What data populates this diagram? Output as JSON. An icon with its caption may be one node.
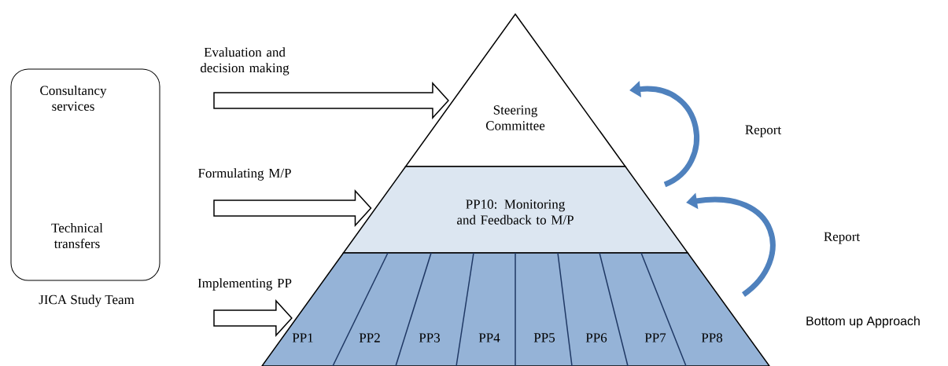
{
  "diagram": {
    "nodes": [
      {
        "text": [
          "Consultancy services",
          "Technical transfers"
        ],
        "beside": [
          "JICA Study Team"
        ]
      },
      {
        "text": [
          "Steering Committee"
        ]
      },
      {
        "text": [
          "PP10: Monitoring and Feedback to M/P"
        ]
      },
      {
        "text": [],
        "shape": "band"
      },
      {
        "text": [
          "PP1"
        ],
        "in": 3
      },
      {
        "text": [
          "PP2"
        ],
        "in": 3
      },
      {
        "text": [
          "PP3"
        ],
        "in": 3
      },
      {
        "text": [
          "PP4"
        ],
        "in": 3
      },
      {
        "text": [
          "PP5"
        ],
        "in": 3
      },
      {
        "text": [
          "PP6"
        ],
        "in": 3
      },
      {
        "text": [
          "PP7"
        ],
        "in": 3
      },
      {
        "text": [
          "PP8"
        ],
        "in": 3
      }
    ],
    "edges": [
      {
        "from": null,
        "to": 1,
        "arrow": "to",
        "label": "Evaluation and decision making"
      },
      {
        "from": null,
        "to": 2,
        "arrow": "to",
        "label": "Formulating M/P"
      },
      {
        "from": null,
        "to": 3,
        "arrow": "to",
        "label": "Implementing PP"
      },
      {
        "from": 3,
        "to": 2,
        "arrow": "to",
        "label": "Report",
        "color": "#4f81bd"
      },
      {
        "from": 2,
        "to": 1,
        "arrow": "to",
        "label": "Report",
        "color": "#4f81bd"
      }
    ],
    "labels": [
      "Bottom up Approach"
    ]
  }
}
